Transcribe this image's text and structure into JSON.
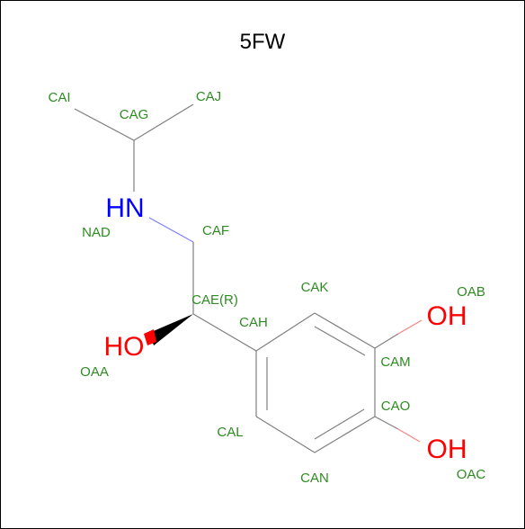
{
  "title": "5FW",
  "colors": {
    "bond": "#7f7f7f",
    "carbon_label": "#2e8b22",
    "nitrogen": "#0000ff",
    "oxygen": "#ff0000",
    "frame": "#000000"
  },
  "heteroatoms": {
    "nh": "HN",
    "oh_top": "OH",
    "oh_bottom": "OH",
    "ho_left": "HO"
  },
  "atom_labels": {
    "cai": "CAI",
    "cag": "CAG",
    "caj": "CAJ",
    "nad": "NAD",
    "caf": "CAF",
    "cae": "CAE(R)",
    "cah": "CAH",
    "cak": "CAK",
    "oab": "OAB",
    "oaa": "OAA",
    "cam": "CAM",
    "cao": "CAO",
    "cal": "CAL",
    "can": "CAN",
    "oac": "OAC"
  }
}
